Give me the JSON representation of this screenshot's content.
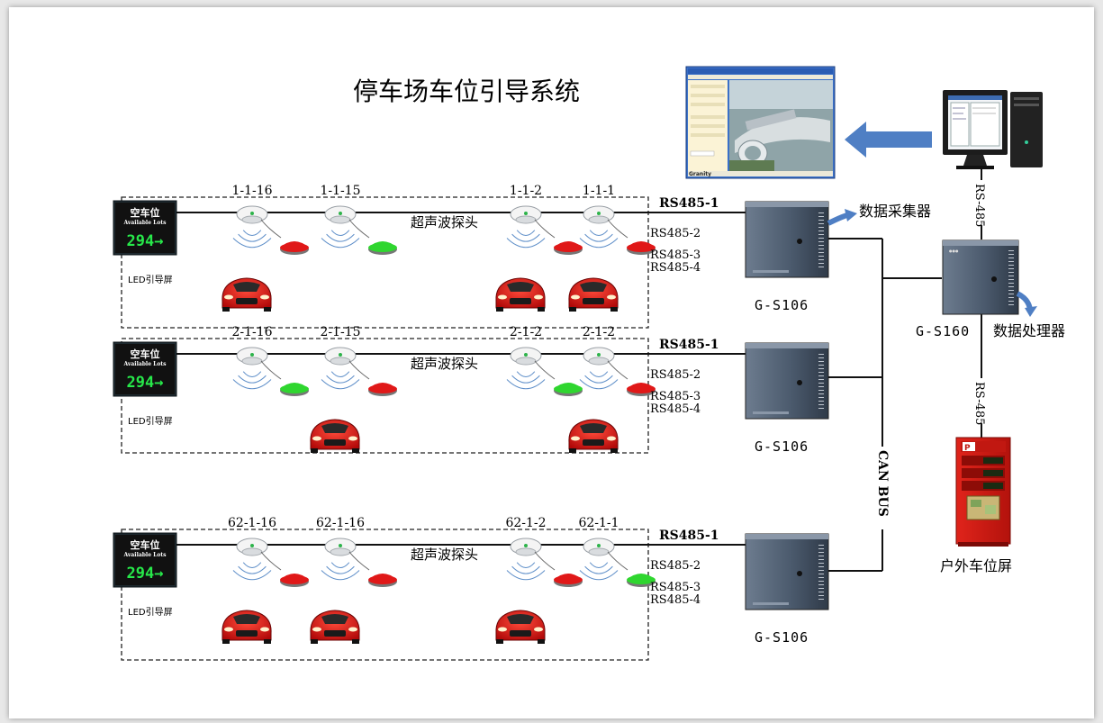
{
  "title": "停车场车位引导系统",
  "colors": {
    "car": "#d80f0f",
    "indicator_red": "#e01818",
    "indicator_green": "#2fd62f",
    "arrow": "#4f7fc4",
    "led_text": "#27e84a",
    "cabinet": "#4a5a6e"
  },
  "rows": [
    {
      "led": {
        "line1": "空车位",
        "line2": "Available Lots",
        "count": "294→",
        "caption": "LED引导屏"
      },
      "sensors": [
        {
          "id": "1-1-16",
          "indicator": "red",
          "car": true
        },
        {
          "id": "1-1-15",
          "indicator": "green",
          "car": false
        },
        {
          "id": "1-1-2",
          "indicator": "red",
          "car": true
        },
        {
          "id": "1-1-1",
          "indicator": "red",
          "car": true
        }
      ],
      "sensor_label": "超声波探头",
      "bus_labels": [
        "RS485-1",
        "RS485-2",
        "RS485-3",
        "RS485-4"
      ],
      "collector": {
        "model": "G-S106",
        "label": "数据采集器"
      }
    },
    {
      "led": {
        "line1": "空车位",
        "line2": "Available Lots",
        "count": "294→",
        "caption": "LED引导屏"
      },
      "sensors": [
        {
          "id": "2-1-16",
          "indicator": "green",
          "car": false
        },
        {
          "id": "2-1-15",
          "indicator": "red",
          "car": true
        },
        {
          "id": "2-1-2",
          "indicator": "green",
          "car": false
        },
        {
          "id": "2-1-2",
          "indicator": "red",
          "car": true
        }
      ],
      "sensor_label": "超声波探头",
      "bus_labels": [
        "RS485-1",
        "RS485-2",
        "RS485-3",
        "RS485-4"
      ],
      "collector": {
        "model": "G-S106",
        "label": ""
      }
    },
    {
      "led": {
        "line1": "空车位",
        "line2": "Available Lots",
        "count": "294→",
        "caption": "LED引导屏"
      },
      "sensors": [
        {
          "id": "62-1-16",
          "indicator": "red",
          "car": true
        },
        {
          "id": "62-1-16",
          "indicator": "red",
          "car": true
        },
        {
          "id": "62-1-2",
          "indicator": "red",
          "car": true
        },
        {
          "id": "62-1-1",
          "indicator": "green",
          "car": false
        }
      ],
      "sensor_label": "超声波探头",
      "bus_labels": [
        "RS485-1",
        "RS485-2",
        "RS485-3",
        "RS485-4"
      ],
      "collector": {
        "model": "G-S106",
        "label": ""
      }
    }
  ],
  "can_bus_label": "CAN BUS",
  "processor": {
    "model": "G-S160",
    "label": "数据处理器"
  },
  "rs485_top": "RS-485",
  "rs485_bottom": "RS-485",
  "outdoor_screen": {
    "label": "户外车位屏"
  },
  "software_window": {
    "brand": "Granity"
  }
}
